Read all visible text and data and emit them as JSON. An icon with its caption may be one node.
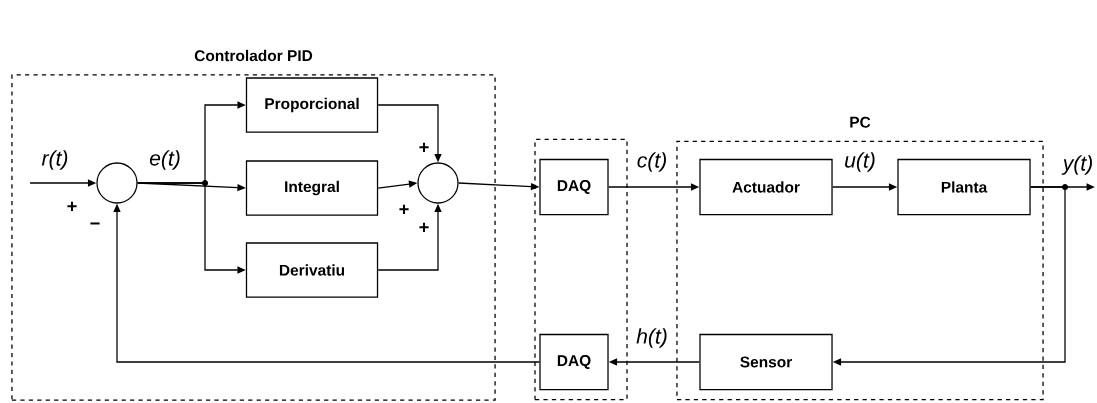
{
  "diagram": {
    "nodes": [
      {
        "text": [
          "Controlador PID"
        ]
      },
      {
        "text": [],
        "shape": "circle",
        "in": 0
      },
      {
        "text": [
          "Proporcional"
        ],
        "in": 0
      },
      {
        "text": [
          "Integral"
        ],
        "in": 0
      },
      {
        "text": [
          "Derivatiu"
        ],
        "in": 0
      },
      {
        "text": [],
        "shape": "circle",
        "in": 0
      },
      {
        "text": [],
        "shape": "box"
      },
      {
        "text": [
          "DAQ"
        ],
        "in": 6
      },
      {
        "text": [
          "DAQ"
        ],
        "in": 6
      },
      {
        "text": [
          "PC"
        ]
      },
      {
        "text": [
          "Actuador"
        ],
        "in": 9
      },
      {
        "text": [
          "Planta"
        ],
        "in": 9
      },
      {
        "text": [
          "Sensor"
        ],
        "in": 9
      }
    ],
    "edges": [
      {
        "from": null,
        "to": 1,
        "arrow": "to",
        "label": "r(t)"
      },
      {
        "from": 1,
        "to": 2,
        "arrow": "to"
      },
      {
        "from": 1,
        "to": 3,
        "arrow": "to",
        "label": "e(t)"
      },
      {
        "from": 1,
        "to": 4,
        "arrow": "to"
      },
      {
        "from": 2,
        "to": 5,
        "arrow": "to"
      },
      {
        "from": 3,
        "to": 5,
        "arrow": "to"
      },
      {
        "from": 4,
        "to": 5,
        "arrow": "to"
      },
      {
        "from": 5,
        "to": 7,
        "arrow": "to"
      },
      {
        "from": 7,
        "to": 10,
        "arrow": "to",
        "label": "c(t)"
      },
      {
        "from": 10,
        "to": 11,
        "arrow": "to",
        "label": "u(t)"
      },
      {
        "from": 11,
        "to": null,
        "arrow": "to",
        "label": "y(t)"
      },
      {
        "from": 11,
        "to": 12,
        "arrow": "to"
      },
      {
        "from": 12,
        "to": 8,
        "arrow": "to",
        "label": "h(t)"
      },
      {
        "from": 8,
        "to": 1,
        "arrow": "to"
      }
    ],
    "labels": [
      "+",
      "−",
      "+",
      "+",
      "+"
    ]
  }
}
